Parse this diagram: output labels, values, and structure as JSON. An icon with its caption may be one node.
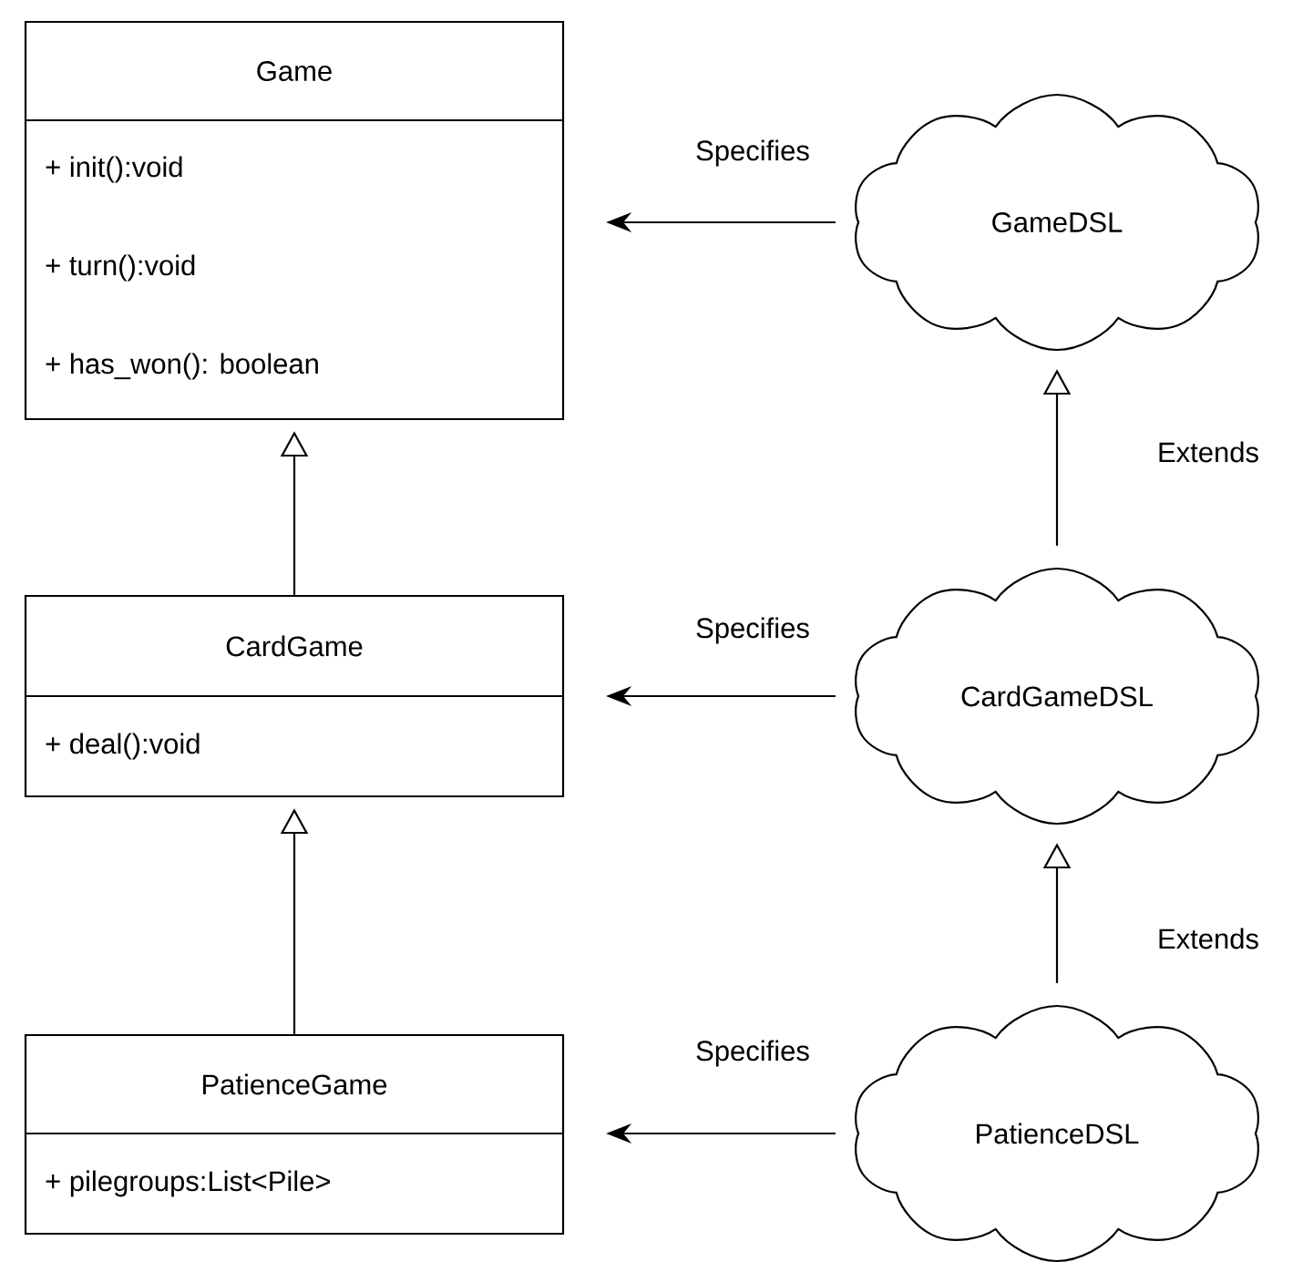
{
  "diagram": {
    "nodes": [
      {
        "text": [
          "Game",
          "+ init():void",
          "+ turn():void",
          "+ has_won(): boolean"
        ]
      },
      {
        "text": [
          "CardGame",
          "+ deal():void"
        ]
      },
      {
        "text": [
          "PatienceGame",
          "+ pilegroups:List<Pile>"
        ]
      },
      {
        "text": [
          "GameDSL"
        ]
      },
      {
        "text": [
          "CardGameDSL"
        ]
      },
      {
        "text": [
          "PatienceDSL"
        ]
      }
    ],
    "edges": [
      {
        "from": 1,
        "to": 0,
        "arrow": "to"
      },
      {
        "from": 2,
        "to": 1,
        "arrow": "to"
      },
      {
        "from": 3,
        "to": 0,
        "arrow": "to",
        "label": "Specifies"
      },
      {
        "from": 4,
        "to": 1,
        "arrow": "to",
        "label": "Specifies"
      },
      {
        "from": 5,
        "to": 2,
        "arrow": "to",
        "label": "Specifies"
      },
      {
        "from": 4,
        "to": 3,
        "arrow": "to",
        "label": "Extends"
      },
      {
        "from": 5,
        "to": 4,
        "arrow": "to",
        "label": "Extends"
      }
    ]
  }
}
